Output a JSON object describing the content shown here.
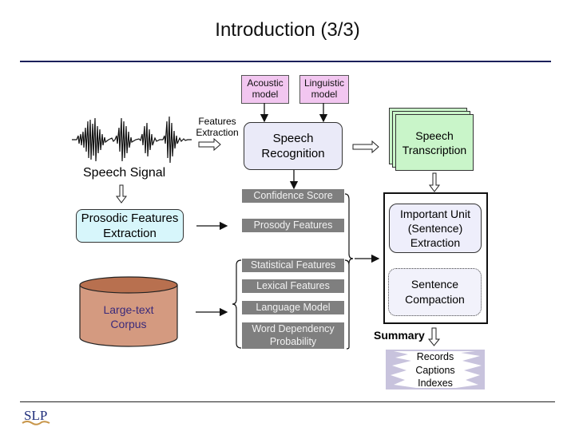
{
  "slide": {
    "title": "Introduction (3/3)"
  },
  "diagram": {
    "inputs": {
      "speech_signal_label": "Speech Signal",
      "features_extraction_label": [
        "Features",
        "Extraction"
      ],
      "acoustic_model": [
        "Acoustic",
        "model"
      ],
      "linguistic_model": [
        "Linguistic",
        "model"
      ]
    },
    "speech_recognition": [
      "Speech",
      "Recognition"
    ],
    "speech_transcription": [
      "Speech",
      "Transcription"
    ],
    "prosodic_features_extraction": [
      "Prosodic Features",
      "Extraction"
    ],
    "corpus": [
      "Large-text",
      "Corpus"
    ],
    "feature_bars": [
      "Confidence Score",
      "Prosody Features",
      "Statistical Features",
      "Lexical Features",
      "Language Model",
      "Word Dependency",
      "Probability"
    ],
    "summarization": {
      "important_unit": [
        "Important Unit",
        "(Sentence)",
        "Extraction"
      ],
      "sentence_compaction": [
        "Sentence",
        "Compaction"
      ]
    },
    "summary_label": "Summary",
    "outputs": [
      "Records",
      "Captions",
      "Indexes"
    ]
  },
  "footer": {
    "logo_text": "SLP"
  },
  "colors": {
    "title_rule": "#1a1f5a",
    "model_box": "#f2c6f0",
    "recognition_box": "#eaeaf8",
    "prosodic_box": "#d7f6fb",
    "transcription": "#c9f5c9",
    "feature_bar": "#7f7f7f",
    "corpus": "#d49a80",
    "outputs_bg": "#c8c3dd"
  }
}
